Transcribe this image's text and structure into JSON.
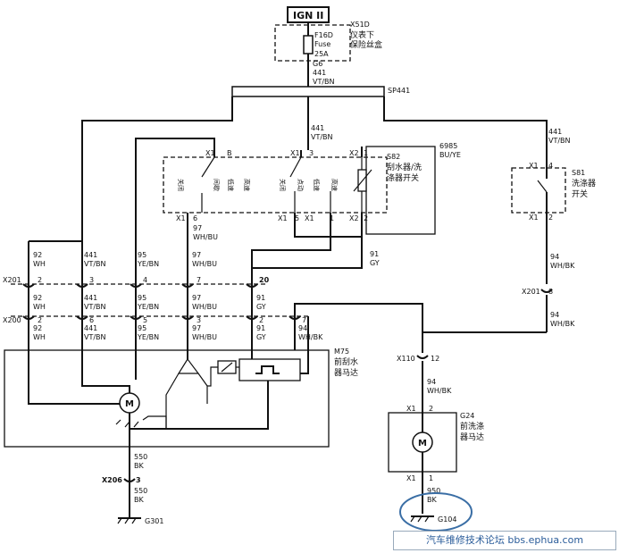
{
  "ign": {
    "label": "IGN II"
  },
  "fuse_block": {
    "connector": "X51D",
    "fuse": "F16D",
    "type": "Fuse",
    "rating": "25A",
    "name": "仪表下保险丝盒",
    "name_l1": "仪表下",
    "name_l2": "保险丝盒"
  },
  "g6": {
    "pin": "G6",
    "circuit": "441",
    "color": "VT/BN"
  },
  "splice": {
    "label": "SP441"
  },
  "wire_441_mid": {
    "circuit": "441",
    "color": "VT/BN"
  },
  "wire_441_right": {
    "circuit": "441",
    "color": "VT/BN"
  },
  "s82": {
    "id": "S82",
    "name_l1": "刮水器/洗",
    "name_l2": "涤器开关",
    "circuit": "6985",
    "color": "BU/YE",
    "pins": {
      "x1b": "X1",
      "b": "B",
      "x1_3": "X1",
      "p3": "3",
      "x2_1": "X2",
      "p1": "1",
      "x1_6": "X1",
      "p6": "6",
      "x1_5": "X1",
      "p5": "5",
      "x1_1": "X1",
      "p1b": "1",
      "x2_2": "X2",
      "p2": "2"
    },
    "positions": [
      "关闭",
      "间歇",
      "低速",
      "高速",
      "关闭",
      "点动",
      "低速",
      "高速"
    ]
  },
  "s81": {
    "id": "S81",
    "name_l1": "洗涤器",
    "name_l2": "开关",
    "pin_top": "4",
    "pin_bot": "2",
    "x_top": "X1",
    "x_bot": "X1"
  },
  "wire_97_top": {
    "circuit": "97",
    "color": "WH/BU"
  },
  "wire_91_top": {
    "circuit": "91",
    "color": "GY"
  },
  "wire_94_right": {
    "circuit": "94",
    "color": "WH/BK"
  },
  "x201": {
    "label": "X201",
    "pins": [
      "2",
      "3",
      "4",
      "7",
      "20"
    ],
    "right_pin": "8"
  },
  "x200": {
    "label": "X200",
    "pins": [
      "2",
      "6",
      "5",
      "3",
      "2",
      "7"
    ]
  },
  "row_mid": [
    {
      "c": "92",
      "k": "WH"
    },
    {
      "c": "441",
      "k": "VT/BN"
    },
    {
      "c": "95",
      "k": "YE/BN"
    },
    {
      "c": "97",
      "k": "WH/BU"
    },
    {
      "c": "91",
      "k": "GY"
    }
  ],
  "row_bot": [
    {
      "c": "92",
      "k": "WH"
    },
    {
      "c": "441",
      "k": "VT/BN"
    },
    {
      "c": "95",
      "k": "YE/BN"
    },
    {
      "c": "97",
      "k": "WH/BU"
    },
    {
      "c": "91",
      "k": "GY"
    },
    {
      "c": "94",
      "k": "WH/BK"
    }
  ],
  "row_top": [
    {
      "c": "92",
      "k": "WH"
    },
    {
      "c": "441",
      "k": "VT/BN"
    },
    {
      "c": "95",
      "k": "YE/BN"
    },
    {
      "c": "97",
      "k": "WH/BU"
    }
  ],
  "wire_94_after_x201": {
    "circuit": "94",
    "color": "WH/BK"
  },
  "m75": {
    "id": "M75",
    "name_l1": "前刮水",
    "name_l2": "器马达",
    "motor": "M"
  },
  "x110": {
    "label": "X110",
    "pin": "12"
  },
  "wire_94_low": {
    "circuit": "94",
    "color": "WH/BK"
  },
  "g24": {
    "id": "G24",
    "name_l1": "前洗涤",
    "name_l2": "器马达",
    "motor": "M",
    "x_top": "X1",
    "pin_top": "2",
    "x_bot": "X1",
    "pin_bot": "1"
  },
  "wire_950": {
    "circuit": "950",
    "color": "BK"
  },
  "ground_right": {
    "label": "G104"
  },
  "wire_550a": {
    "circuit": "550",
    "color": "BK"
  },
  "x206": {
    "label": "X206",
    "pin": "3"
  },
  "wire_550b": {
    "circuit": "550",
    "color": "BK"
  },
  "ground_left": {
    "label": "G301"
  },
  "footer": {
    "text": "汽车维修技术论坛 bbs.ephua.com"
  }
}
